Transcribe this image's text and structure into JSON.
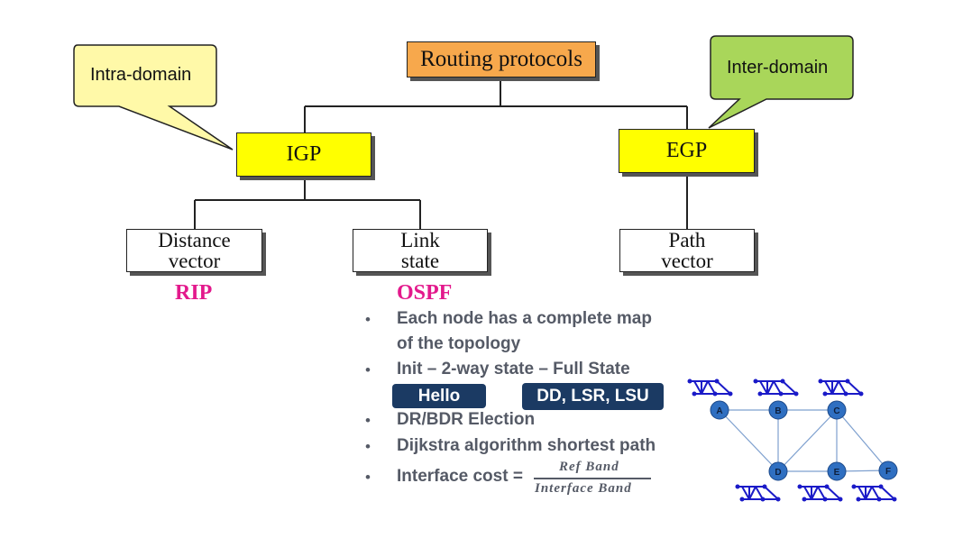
{
  "tree": {
    "root": "Routing protocols",
    "igp": "IGP",
    "egp": "EGP",
    "distance_vector": [
      "Distance",
      "vector"
    ],
    "link_state": [
      "Link",
      "state"
    ],
    "path_vector": [
      "Path",
      "vector"
    ]
  },
  "callouts": {
    "intra": "Intra-domain",
    "inter": "Inter-domain"
  },
  "protocols": {
    "rip": "RIP",
    "ospf": "OSPF"
  },
  "bullets": {
    "b1_line1": "Each node has a complete map",
    "b1_line2": "of the topology",
    "b2": "Init – 2-way state – Full State",
    "b3": "DR/BDR Election",
    "b4": "Dijkstra algorithm shortest path",
    "b5": "Interface cost ="
  },
  "pills": {
    "hello": "Hello",
    "dd": "DD, LSR, LSU"
  },
  "formula": {
    "numerator": "Ref Band",
    "denominator": "Interface Band"
  },
  "network": {
    "nodes": [
      "A",
      "B",
      "C",
      "D",
      "E",
      "F"
    ]
  },
  "colors": {
    "root_fill": "#f7a84c",
    "level1_fill": "#ffff00",
    "intra_callout_fill": "#fff9a8",
    "inter_callout_fill": "#a9d65a",
    "protocol_text": "#e3198c",
    "pill_fill": "#1b3a63",
    "node_fill": "#2f6fc1"
  }
}
